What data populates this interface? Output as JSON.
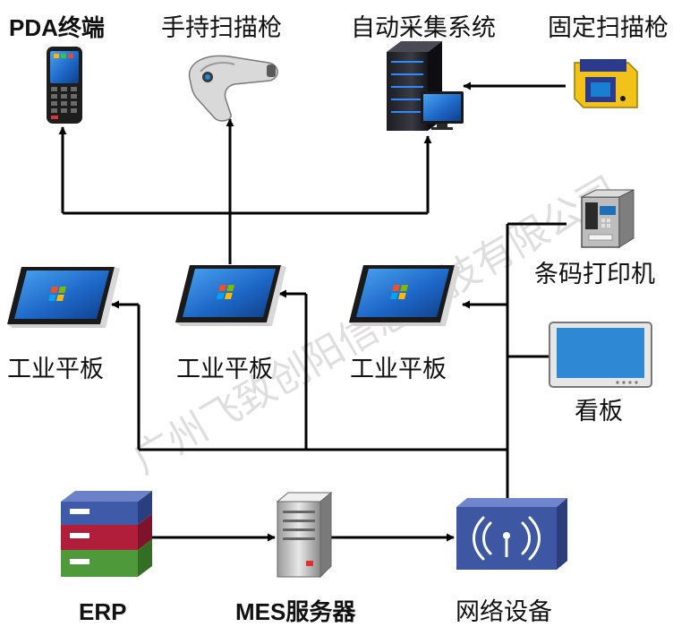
{
  "labels": {
    "pda": "PDA终端",
    "handheld_scanner": "手持扫描枪",
    "auto_collection": "自动采集系统",
    "fixed_scanner": "固定扫描枪",
    "label_printer": "条码打印机",
    "tablet_1": "工业平板",
    "tablet_2": "工业平板",
    "tablet_3": "工业平板",
    "kanban": "看板",
    "erp": "ERP",
    "mes_server": "MES服务器",
    "network": "网络设备"
  },
  "watermark": "广州飞致创阳信息科技有限公司",
  "colors": {
    "line": "#000000",
    "erp_top": "#3f5aa8",
    "erp_mid": "#b01e3a",
    "erp_bottom": "#4e9a3a",
    "network_device": "#3d57a3",
    "screen": "#1e68c8",
    "scanner_body": "#f2c21b"
  }
}
